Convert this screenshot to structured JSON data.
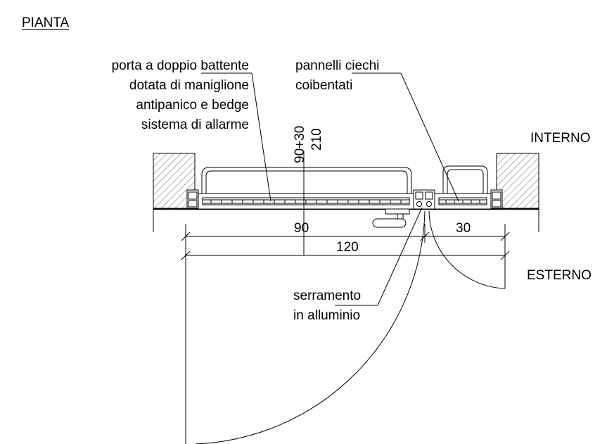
{
  "plan_title": "PIANTA",
  "labels": {
    "door": [
      "porta a doppio battente",
      "dotata di maniglione",
      "antipanico e bedge",
      "sistema di allarme"
    ],
    "panels": [
      "pannelli ciechi",
      "coibentati"
    ],
    "frame": [
      "serramento",
      "in alluminio"
    ],
    "interior": "INTERNO",
    "exterior": "ESTERNO"
  },
  "dimensions": {
    "height_top": "90+30",
    "height_bottom": "210",
    "leaf_width": "90",
    "panel_width": "30",
    "total_width": "120"
  }
}
